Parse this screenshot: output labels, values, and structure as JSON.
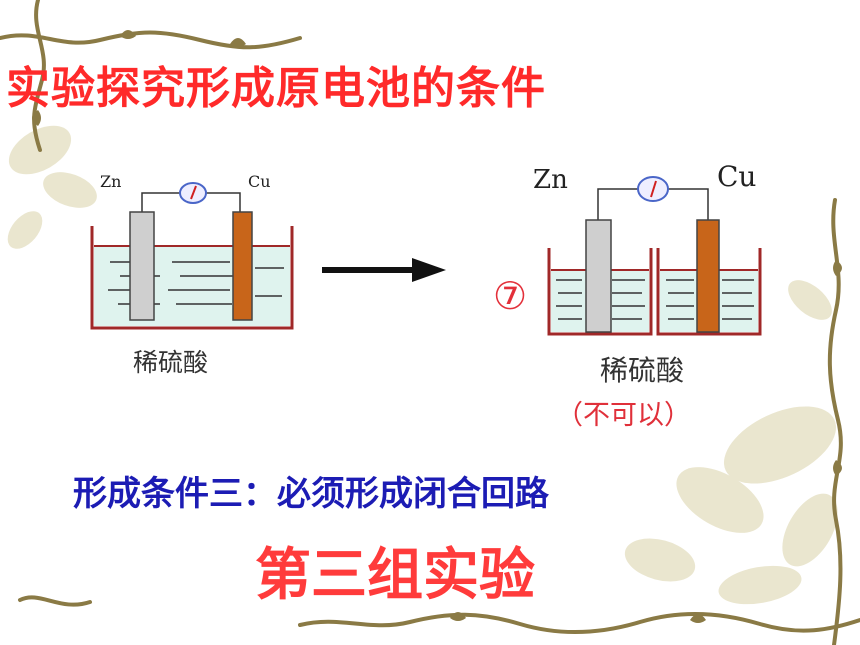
{
  "slide": {
    "title": "实验探究形成原电池的条件",
    "condition_text": "形成条件三：必须形成闭合回路",
    "group_text": "第三组实验"
  },
  "left_setup": {
    "anode_label": "Zn",
    "cathode_label": "Cu",
    "solution_label": "稀硫酸"
  },
  "right_setup": {
    "anode_label": "Zn",
    "cathode_label": "Cu",
    "solution_label": "稀硫酸",
    "case_number": "⑦",
    "result": "（不可以）"
  },
  "colors": {
    "title": "#ff2a2a",
    "condition": "#1c1cb4",
    "group": "#ff3b3b",
    "result": "#e0303a",
    "beaker_wall": "#a02828",
    "solution": "#dff3ee",
    "zinc": "#cfcfcf",
    "copper": "#c8651a",
    "galvanometer": "#4a66c8"
  },
  "icons": [
    "galvanometer-icon",
    "arrow-right-icon",
    "vine-border"
  ]
}
